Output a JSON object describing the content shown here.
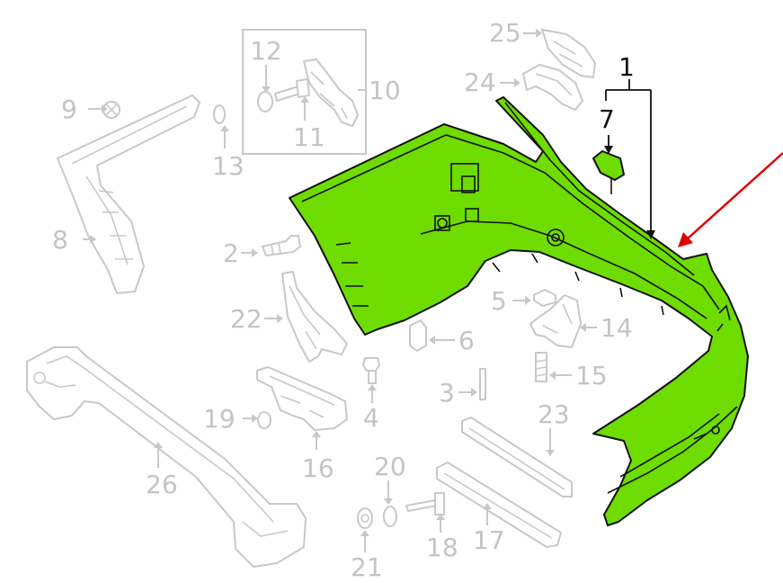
{
  "colors": {
    "highlight_fill": "#6fdc00",
    "outline": "#111111",
    "faded_part": "#c8c8c8",
    "pointer_arrow": "#e00000"
  },
  "callouts": {
    "c1": "1",
    "c2": "2",
    "c3": "3",
    "c4": "4",
    "c5": "5",
    "c6": "6",
    "c7": "7",
    "c8": "8",
    "c9": "9",
    "c10": "10",
    "c11": "11",
    "c12": "12",
    "c13": "13",
    "c14": "14",
    "c15": "15",
    "c16": "16",
    "c17": "17",
    "c18": "18",
    "c19": "19",
    "c20": "20",
    "c21": "21",
    "c22": "22",
    "c23": "23",
    "c24": "24",
    "c25": "25",
    "c26": "26"
  }
}
